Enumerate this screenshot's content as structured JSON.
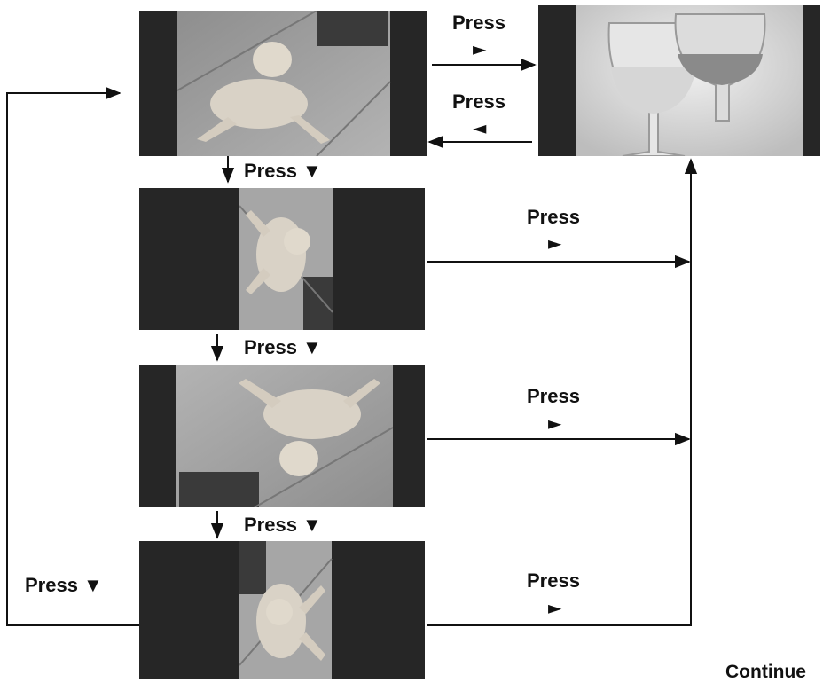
{
  "labels": {
    "press": "Press",
    "press_down": "Press ▼",
    "arrow_right": "►",
    "arrow_left": "◄",
    "continue": "Continue"
  },
  "images": [
    {
      "id": "dog-original",
      "subject": "dog lying on pavement",
      "rotation": 0
    },
    {
      "id": "wine-glasses",
      "subject": "two wine glasses",
      "rotation": 0
    },
    {
      "id": "dog-rotated-90",
      "subject": "dog rotated 90 degrees",
      "rotation": 90
    },
    {
      "id": "dog-rotated-180",
      "subject": "dog rotated 180 degrees",
      "rotation": 180
    },
    {
      "id": "dog-rotated-270",
      "subject": "dog rotated 270 degrees",
      "rotation": 270
    }
  ],
  "colors": {
    "line": "#111111",
    "frame": "#262626"
  }
}
